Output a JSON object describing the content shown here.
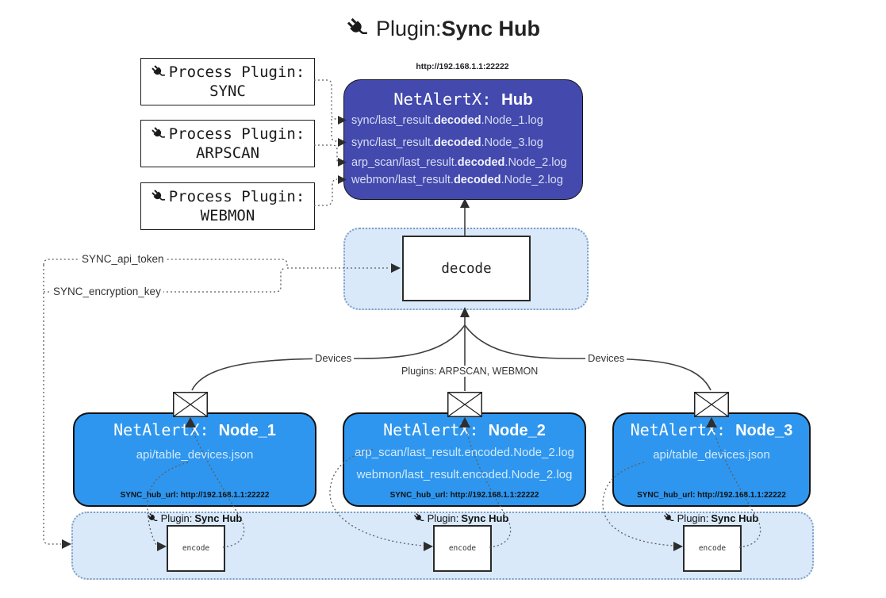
{
  "diagram_title": {
    "prefix": "Plugin: ",
    "name": "Sync Hub"
  },
  "process_plugins": [
    {
      "label": "Process Plugin:",
      "name": "SYNC"
    },
    {
      "label": "Process Plugin:",
      "name": "ARPSCAN"
    },
    {
      "label": "Process Plugin:",
      "name": "WEBMON"
    }
  ],
  "hub": {
    "url": "http://192.168.1.1:22222",
    "title_prefix": "NetAlertX: ",
    "title_name": "Hub",
    "logs": [
      {
        "pre": "sync/last_result.",
        "bold": "decoded",
        "post": ".Node_1.log"
      },
      {
        "pre": "sync/last_result.",
        "bold": "decoded",
        "post": ".Node_3.log"
      },
      {
        "pre": "arp_scan/last_result.",
        "bold": "decoded",
        "post": ".Node_2.log"
      },
      {
        "pre": "webmon/last_result.",
        "bold": "decoded",
        "post": ".Node_2.log"
      }
    ]
  },
  "decode_box": {
    "label": "decode"
  },
  "secrets": {
    "api_token": "SYNC_api_token",
    "encryption_key": "SYNC_encryption_key"
  },
  "edge_labels": {
    "devices_left": "Devices",
    "plugins_mid": "Plugins: ARPSCAN, WEBMON",
    "devices_right": "Devices"
  },
  "nodes": [
    {
      "title_prefix": "NetAlertX: ",
      "title_name": "Node_1",
      "files": [
        "api/table_devices.json"
      ],
      "hub_url_label": "SYNC_hub_url: http://192.168.1.1:22222"
    },
    {
      "title_prefix": "NetAlertX: ",
      "title_name": "Node_2",
      "files": [
        "arp_scan/last_result.encoded.Node_2.log",
        "webmon/last_result.encoded.Node_2.log"
      ],
      "hub_url_label": "SYNC_hub_url: http://192.168.1.1:22222"
    },
    {
      "title_prefix": "NetAlertX: ",
      "title_name": "Node_3",
      "files": [
        "api/table_devices.json"
      ],
      "hub_url_label": "SYNC_hub_url: http://192.168.1.1:22222"
    }
  ],
  "encoders": {
    "label_prefix": "Plugin: ",
    "label_name": "Sync Hub",
    "box_label": "encode"
  },
  "colors": {
    "hub_fill": "#4349ad",
    "node_fill": "#2e96ee",
    "container_fill": "#d9e9fa",
    "container_border": "#7e9dc2",
    "hub_log_text": "#d9def5",
    "node_file_text": "#d2eafc"
  }
}
